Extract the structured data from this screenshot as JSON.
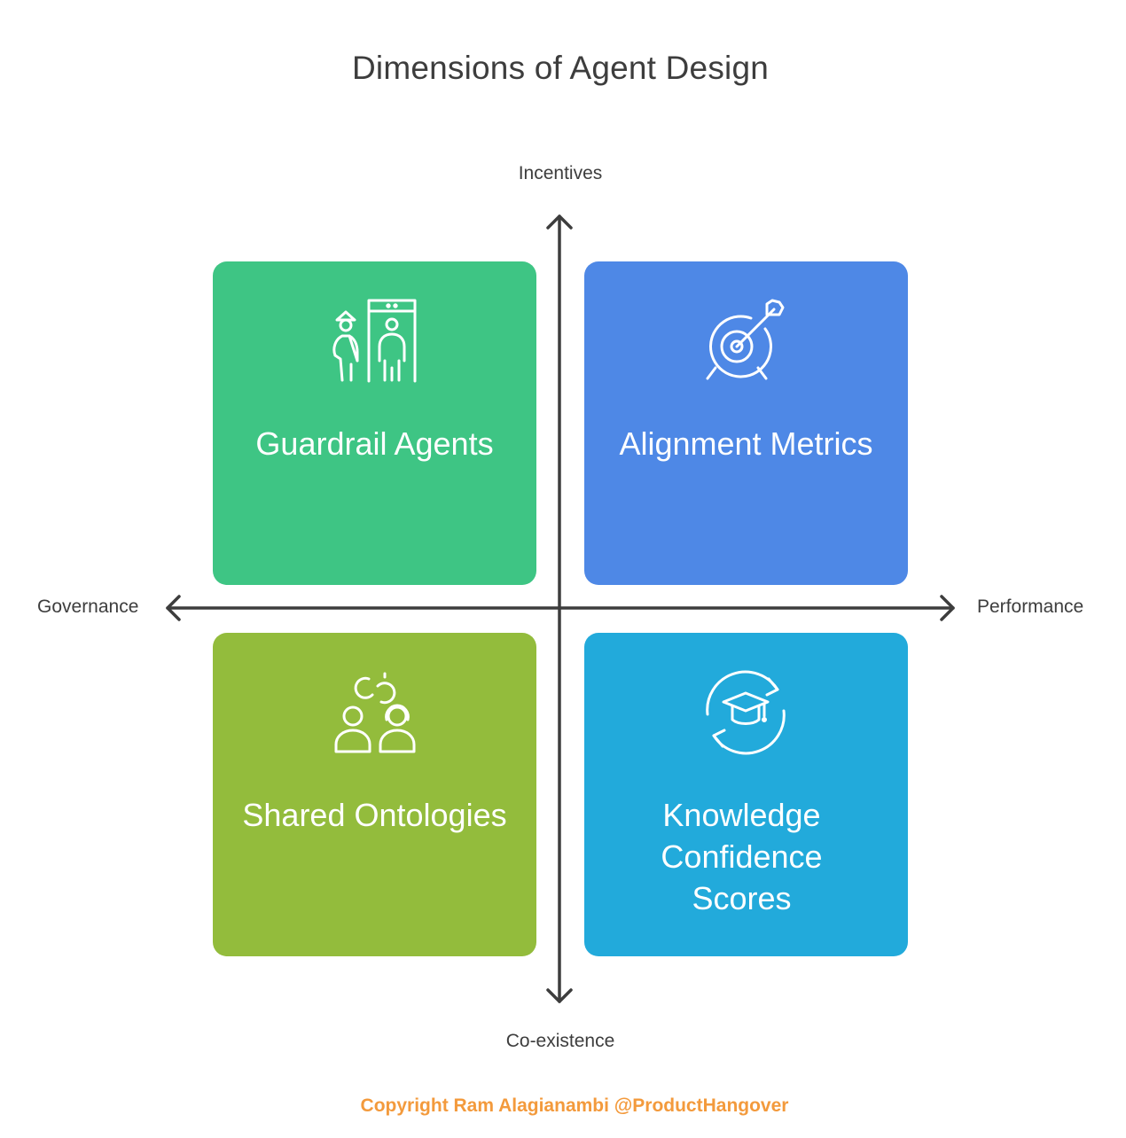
{
  "title": "Dimensions of Agent Design",
  "axes": {
    "top": "Incentives",
    "bottom": "Co-existence",
    "left": "Governance",
    "right": "Performance"
  },
  "quadrants": [
    {
      "label": "Guardrail Agents",
      "icon": "security-gate-icon",
      "color": "#3ec584"
    },
    {
      "label": "Alignment Metrics",
      "icon": "target-arrow-icon",
      "color": "#4e88e6"
    },
    {
      "label": "Shared Ontologies",
      "icon": "linked-people-icon",
      "color": "#93bc3c"
    },
    {
      "label": "Knowledge Confidence Scores",
      "icon": "graduation-cycle-icon",
      "color": "#22aadb"
    }
  ],
  "footer": "Copyright Ram Alagianambi @ProductHangover"
}
